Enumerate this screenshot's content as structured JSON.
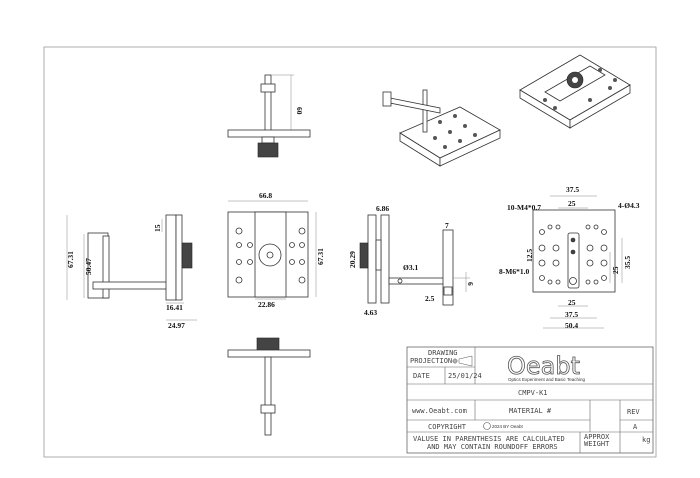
{
  "drawing": {
    "top_view": {
      "height_dim": "60"
    },
    "front_view": {
      "width_dim": "66.8",
      "height_dim": "67.31",
      "carriage_dim": "22.86"
    },
    "left_view": {
      "height_dim": "67.31",
      "inner_dim": "50.47",
      "slot_dim": "15",
      "depth_dim1": "16.41",
      "depth_dim2": "24.97"
    },
    "side_view": {
      "top_dim": "6.86",
      "knob_dim": "20.29",
      "bottom_dim": "4.63",
      "post_dim": "7",
      "hole_dim": "Ø3.1",
      "offset_dim": "2.5",
      "rod_dim": "6"
    }
  },
  "hole_pattern": {
    "top_outer": "37.5",
    "top_inner": "25",
    "thread_m4": "10-M4*0.7",
    "through_holes": "4-Ø4.3",
    "pitch_v": "12.5",
    "thread_m6": "8-M6*1.0",
    "right_inner": "25",
    "right_outer": "35.5",
    "bottom_inner": "25",
    "bottom_mid": "37.5",
    "bottom_outer": "50.4"
  },
  "title_block": {
    "drawing_label": "DRAWING",
    "projection_label": "PROJECTION",
    "date_label": "DATE",
    "date_value": "25/01/24",
    "logo_text": "Oeabt",
    "logo_tagline": "Optics Experiment and Basic Teaching",
    "part_number": "CMPV-K1",
    "website": "www.Oeabt.com",
    "material_label": "MATERIAL #",
    "rev_label": "REV",
    "rev_value": "A",
    "copyright": "COPYRIGHT",
    "copyright_year": "2024 BY Oeabt",
    "note_line1": "VALUSE IN PARENTHESIS ARE CALCULATED",
    "note_line2": "AND MAY CONTAIN ROUNDOFF ERRORS",
    "approx_label": "APPROX",
    "weight_label": "WEIGHT",
    "weight_unit": "kg"
  }
}
